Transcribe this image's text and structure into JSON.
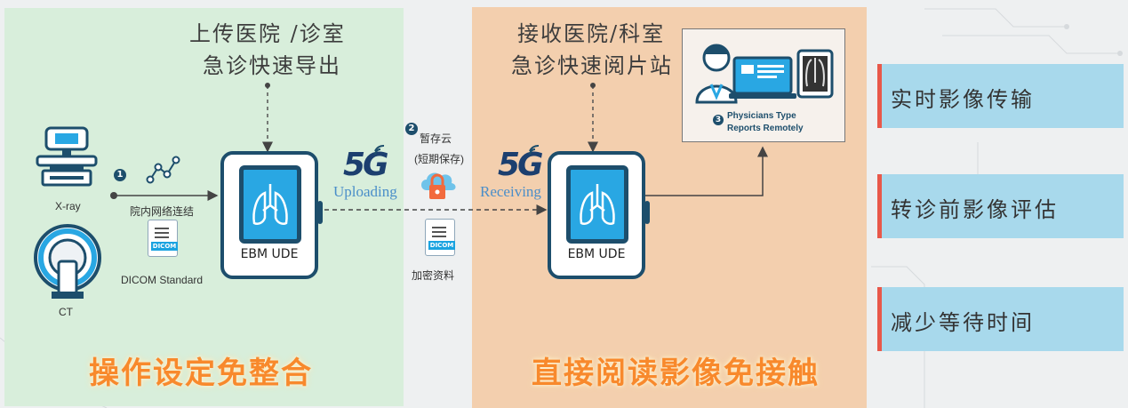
{
  "upload": {
    "title_line1": "上传医院 /诊室",
    "title_line2": "急诊快速导出",
    "bottom_slogan": "操作设定免整合"
  },
  "receive": {
    "title_line1": "接收医院/科室",
    "title_line2": "急诊快速阅片站",
    "bottom_slogan": "直接阅读影像免接触"
  },
  "devices": {
    "xray_label": "X-ray",
    "ct_label": "CT",
    "step1_number": "1",
    "network_label": "院内网络连结",
    "dicom_tag": "DICOM",
    "dicom_label": "DICOM Standard"
  },
  "ebm_upload": {
    "label": "EBM UDE"
  },
  "ebm_receive": {
    "label": "EBM UDE"
  },
  "transfer": {
    "five_g": "5G",
    "uploading": "Uploading",
    "receiving": "Receiving",
    "step2_number": "2",
    "cloud_label": "暂存云",
    "cloud_sub": "(短期保存)",
    "encrypted_tag": "DICOM",
    "encrypted_label": "加密资料"
  },
  "physicians": {
    "step3_number": "3",
    "line1": "Physicians Type",
    "line2": "Reports Remotely"
  },
  "features": [
    {
      "label": "实时影像传输"
    },
    {
      "label": "转诊前影像评估"
    },
    {
      "label": "减少等待时间"
    }
  ],
  "colors": {
    "upload_panel": "#d8eedb",
    "receive_panel": "#f3cfae",
    "feature_box": "#a8d9ec",
    "feature_accent": "#e8584a",
    "slogan": "#f8892c",
    "device_dark": "#1d4e6c",
    "screen_blue": "#29a7e3"
  }
}
